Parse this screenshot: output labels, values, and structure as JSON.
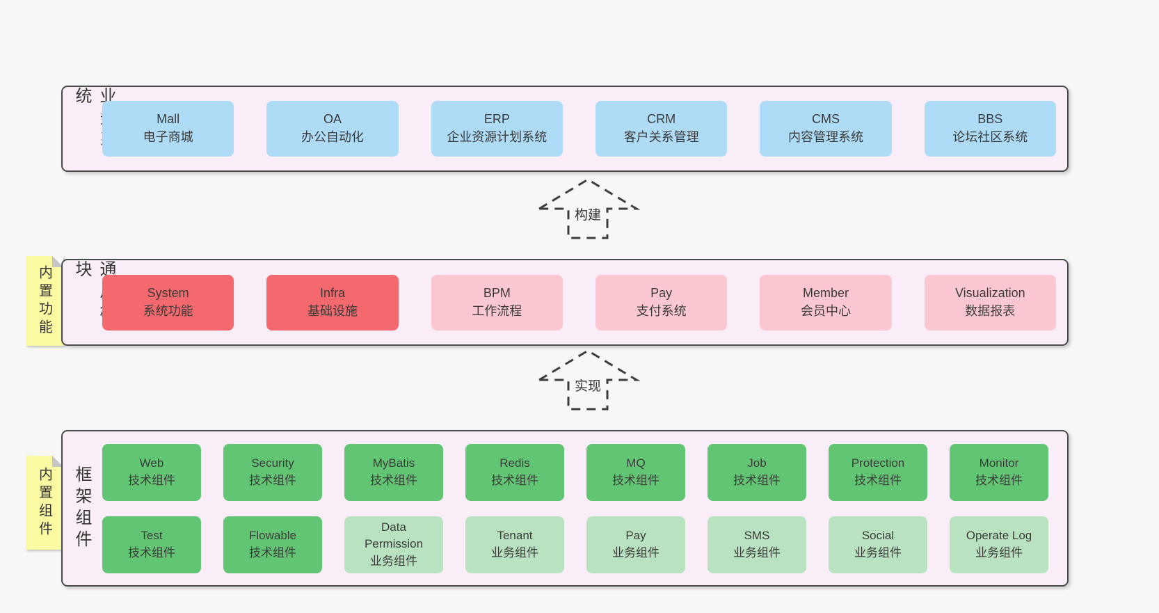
{
  "colors": {
    "page_bg": "#f7f7f7",
    "layer_bg": "#f9eef7",
    "layer_border": "#4a4a4a",
    "text": "#3b3b3b",
    "arrow": "#3d3d3d",
    "sticky_yellow": "#fafaa2",
    "sticky_fold": "#c6c6c6",
    "blue": "#aedcf7",
    "red": "#f4696d",
    "pink": "#fbc8d1",
    "green": "#62c573",
    "lightgreen": "#b9e3c0"
  },
  "layers": [
    {
      "id": "business",
      "label": "业务系统",
      "sticky": null,
      "rows": [
        [
          {
            "title": "Mall",
            "subtitle": "电子商城",
            "color": "blue"
          },
          {
            "title": "OA",
            "subtitle": "办公自动化",
            "color": "blue"
          },
          {
            "title": "ERP",
            "subtitle": "企业资源计划系统",
            "color": "blue"
          },
          {
            "title": "CRM",
            "subtitle": "客户关系管理",
            "color": "blue"
          },
          {
            "title": "CMS",
            "subtitle": "内容管理系统",
            "color": "blue"
          },
          {
            "title": "BBS",
            "subtitle": "论坛社区系统",
            "color": "blue"
          }
        ]
      ]
    },
    {
      "id": "modules",
      "label": "通用模块",
      "sticky": "内置功能",
      "rows": [
        [
          {
            "title": "System",
            "subtitle": "系统功能",
            "color": "red"
          },
          {
            "title": "Infra",
            "subtitle": "基础设施",
            "color": "red"
          },
          {
            "title": "BPM",
            "subtitle": "工作流程",
            "color": "pink"
          },
          {
            "title": "Pay",
            "subtitle": "支付系统",
            "color": "pink"
          },
          {
            "title": "Member",
            "subtitle": "会员中心",
            "color": "pink"
          },
          {
            "title": "Visualization",
            "subtitle": "数据报表",
            "color": "pink"
          }
        ]
      ]
    },
    {
      "id": "components",
      "label": "框架组件",
      "sticky": "内置组件",
      "rows": [
        [
          {
            "title": "Web",
            "subtitle": "技术组件",
            "color": "green"
          },
          {
            "title": "Security",
            "subtitle": "技术组件",
            "color": "green"
          },
          {
            "title": "MyBatis",
            "subtitle": "技术组件",
            "color": "green"
          },
          {
            "title": "Redis",
            "subtitle": "技术组件",
            "color": "green"
          },
          {
            "title": "MQ",
            "subtitle": "技术组件",
            "color": "green"
          },
          {
            "title": "Job",
            "subtitle": "技术组件",
            "color": "green"
          },
          {
            "title": "Protection",
            "subtitle": "技术组件",
            "color": "green"
          },
          {
            "title": "Monitor",
            "subtitle": "技术组件",
            "color": "green"
          }
        ],
        [
          {
            "title": "Test",
            "subtitle": "技术组件",
            "color": "green"
          },
          {
            "title": "Flowable",
            "subtitle": "技术组件",
            "color": "green"
          },
          {
            "title": "Data Permission",
            "subtitle": "业务组件",
            "color": "lightgreen"
          },
          {
            "title": "Tenant",
            "subtitle": "业务组件",
            "color": "lightgreen"
          },
          {
            "title": "Pay",
            "subtitle": "业务组件",
            "color": "lightgreen"
          },
          {
            "title": "SMS",
            "subtitle": "业务组件",
            "color": "lightgreen"
          },
          {
            "title": "Social",
            "subtitle": "业务组件",
            "color": "lightgreen"
          },
          {
            "title": "Operate Log",
            "subtitle": "业务组件",
            "color": "lightgreen"
          }
        ]
      ]
    }
  ],
  "arrows": [
    {
      "label": "构建"
    },
    {
      "label": "实现"
    }
  ]
}
